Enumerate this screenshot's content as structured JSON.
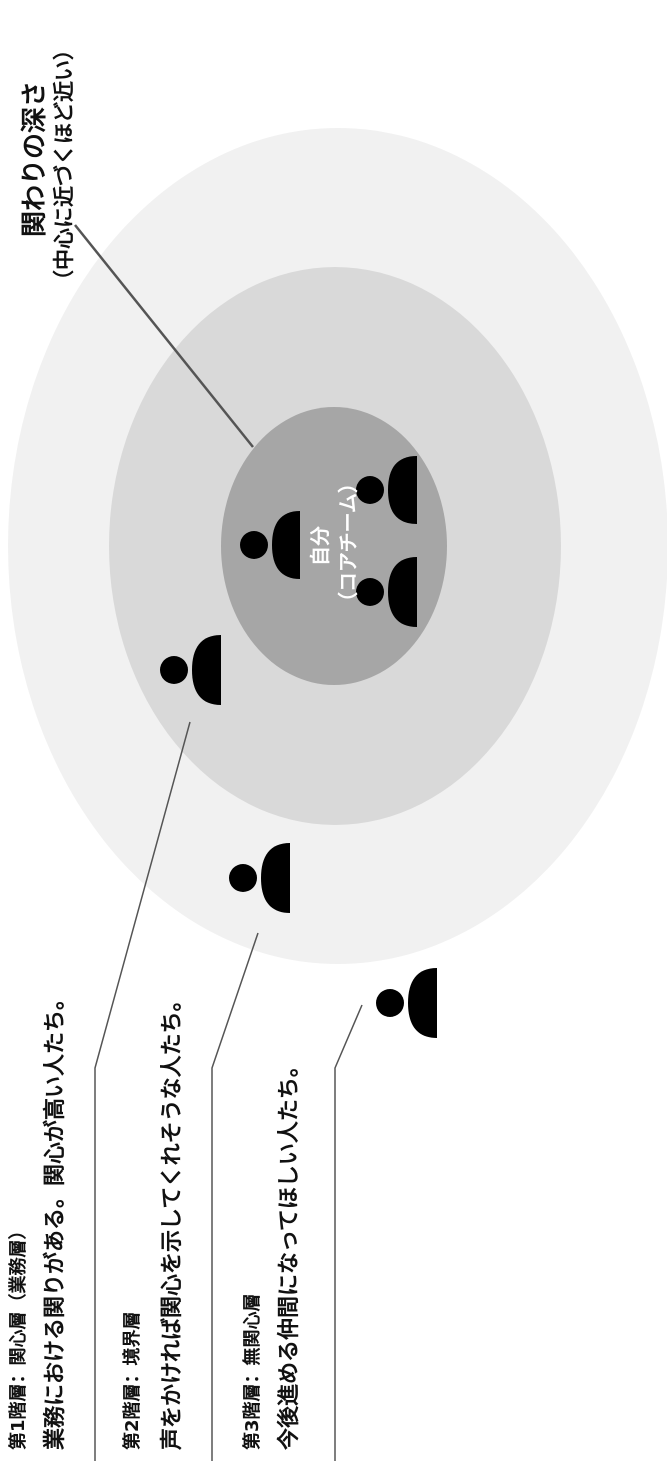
{
  "axis": {
    "title": "関わりの深さ",
    "subtitle": "（中心に近づくほど近い）"
  },
  "core": {
    "line1": "自分",
    "line2": "（コアチーム）"
  },
  "layers": [
    {
      "title": "第1階層：関心層（業務層）",
      "description": "業務における関りがある。関心が高い人たち。"
    },
    {
      "title": "第2階層：境界層",
      "description": "声をかければ関心を示してくれそうな人たち。"
    },
    {
      "title": "第3階層：無関心層",
      "description": "今後進める仲間になってほしい人たち。"
    }
  ],
  "colors": {
    "outer_ring": "#f1f1f1",
    "middle_ring": "#d9d9d9",
    "inner_ring": "#a6a6a6",
    "person": "#000000",
    "leader_line": "#555555"
  }
}
